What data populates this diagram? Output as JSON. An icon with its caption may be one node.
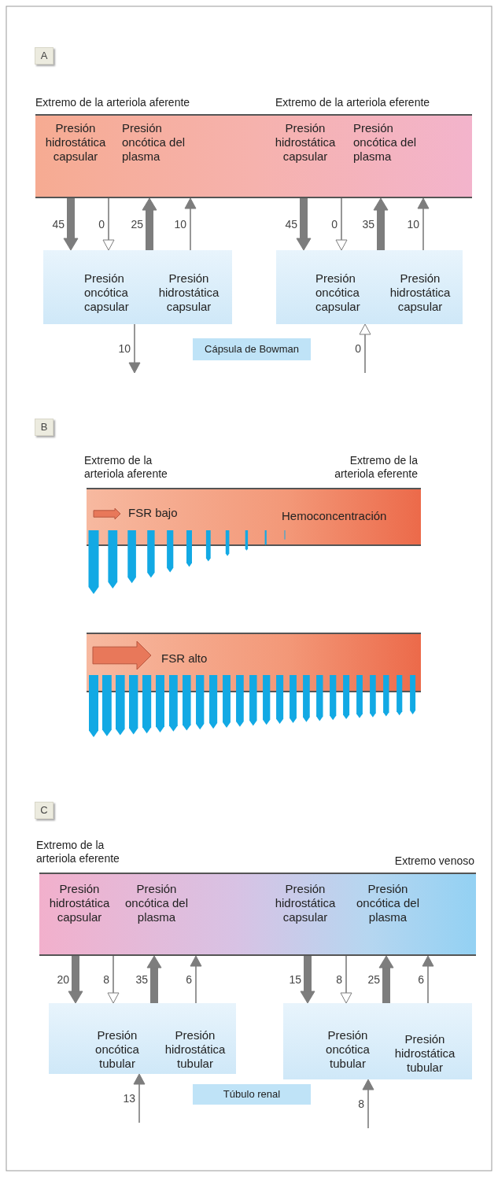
{
  "diagram": {
    "nodes": [
      {
        "text": [
          "A"
        ]
      },
      {
        "text": [
          "Presión hidrostática capsular",
          "Presión oncótica del plasma",
          "Presión hidrostática capsular",
          "Presión oncótica del plasma"
        ]
      },
      {
        "text": [
          "Presión oncótica capsular",
          "Presión hidrostática capsular"
        ]
      },
      {
        "text": [
          "Presión oncótica capsular",
          "Presión hidrostática capsular"
        ]
      },
      {
        "text": [
          "Cápsula de Bowman"
        ]
      },
      {
        "text": [
          "B"
        ]
      },
      {
        "text": [
          "FSR bajo",
          "Hemoconcentración"
        ]
      },
      {
        "text": [
          "FSR alto"
        ]
      },
      {
        "text": [
          "C"
        ]
      },
      {
        "text": [
          "Presión hidrostática capsular",
          "Presión oncótica del plasma",
          "Presión hidrostática capsular",
          "Presión oncótica del plasma"
        ]
      },
      {
        "text": [
          "Presión oncótica tubular",
          "Presión hidrostática tubular"
        ]
      },
      {
        "text": [
          "Presión oncótica tubular",
          "Presión hidrostática tubular"
        ]
      },
      {
        "text": [
          "Túbulo renal"
        ]
      }
    ],
    "edges": [
      {
        "from": 1,
        "to": 2,
        "arrow": "to",
        "label": "45",
        "style": "thick"
      },
      {
        "from": 1,
        "to": 2,
        "arrow": "to",
        "label": "0"
      },
      {
        "from": 2,
        "to": 1,
        "arrow": "to",
        "label": "25",
        "style": "thick"
      },
      {
        "from": 2,
        "to": 1,
        "arrow": "to",
        "label": "10"
      },
      {
        "from": 1,
        "to": 3,
        "arrow": "to",
        "label": "45",
        "style": "thick"
      },
      {
        "from": 1,
        "to": 3,
        "arrow": "to",
        "label": "0"
      },
      {
        "from": 3,
        "to": 1,
        "arrow": "to",
        "label": "35",
        "style": "thick"
      },
      {
        "from": 3,
        "to": 1,
        "arrow": "to",
        "label": "10"
      },
      {
        "from": 2,
        "to": null,
        "arrow": "to",
        "label": "10"
      },
      {
        "from": null,
        "to": 3,
        "arrow": "to",
        "label": "0"
      },
      {
        "from": 9,
        "to": 10,
        "arrow": "to",
        "label": "20",
        "style": "thick"
      },
      {
        "from": 9,
        "to": 10,
        "arrow": "to",
        "label": "8"
      },
      {
        "from": 10,
        "to": 9,
        "arrow": "to",
        "label": "35",
        "style": "thick"
      },
      {
        "from": 10,
        "to": 9,
        "arrow": "to",
        "label": "6"
      },
      {
        "from": 9,
        "to": 11,
        "arrow": "to",
        "label": "15",
        "style": "thick"
      },
      {
        "from": 9,
        "to": 11,
        "arrow": "to",
        "label": "8"
      },
      {
        "from": 11,
        "to": 9,
        "arrow": "to",
        "label": "25",
        "style": "thick"
      },
      {
        "from": 11,
        "to": 9,
        "arrow": "to",
        "label": "6"
      },
      {
        "from": null,
        "to": 10,
        "arrow": "to",
        "label": "13"
      },
      {
        "from": null,
        "to": 11,
        "arrow": "to",
        "label": "8"
      }
    ],
    "labels": [
      "Extremo de la arteriola aferente",
      "Extremo de la arteriola eferente",
      "Extremo de la arteriola aferente",
      "Extremo de la arteriola eferente",
      "Extremo de la arteriola eferente",
      "Extremo venoso"
    ]
  }
}
